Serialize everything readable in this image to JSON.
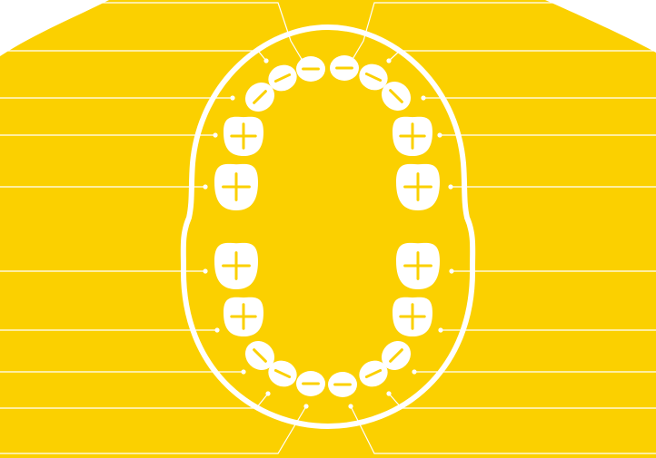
{
  "colors": {
    "background": "#ffffff",
    "blob": "#fbd000",
    "tooth": "#ffffff",
    "mark": "#fbd000",
    "outline": "#ffffff",
    "leader": "#ffffff"
  },
  "teeth": {
    "upper": [
      {
        "id": "U1",
        "side": "left",
        "kind": "incisor",
        "sign": "minus"
      },
      {
        "id": "U2",
        "side": "right",
        "kind": "incisor",
        "sign": "minus"
      },
      {
        "id": "U3",
        "side": "left",
        "kind": "incisor",
        "sign": "minus"
      },
      {
        "id": "U4",
        "side": "right",
        "kind": "incisor",
        "sign": "minus"
      },
      {
        "id": "U5",
        "side": "left",
        "kind": "canine",
        "sign": "minus"
      },
      {
        "id": "U6",
        "side": "right",
        "kind": "canine",
        "sign": "minus"
      },
      {
        "id": "U7",
        "side": "left",
        "kind": "molar",
        "sign": "plus"
      },
      {
        "id": "U8",
        "side": "right",
        "kind": "molar",
        "sign": "plus"
      },
      {
        "id": "U9",
        "side": "left",
        "kind": "molar",
        "sign": "plus"
      },
      {
        "id": "U10",
        "side": "right",
        "kind": "molar",
        "sign": "plus"
      }
    ],
    "lower": [
      {
        "id": "L1",
        "side": "left",
        "kind": "molar",
        "sign": "plus"
      },
      {
        "id": "L2",
        "side": "right",
        "kind": "molar",
        "sign": "plus"
      },
      {
        "id": "L3",
        "side": "left",
        "kind": "molar",
        "sign": "plus"
      },
      {
        "id": "L4",
        "side": "right",
        "kind": "molar",
        "sign": "plus"
      },
      {
        "id": "L5",
        "side": "left",
        "kind": "canine",
        "sign": "minus"
      },
      {
        "id": "L6",
        "side": "right",
        "kind": "canine",
        "sign": "minus"
      },
      {
        "id": "L7",
        "side": "left",
        "kind": "incisor",
        "sign": "minus"
      },
      {
        "id": "L8",
        "side": "right",
        "kind": "incisor",
        "sign": "minus"
      },
      {
        "id": "L9",
        "side": "left",
        "kind": "incisor",
        "sign": "minus"
      },
      {
        "id": "L10",
        "side": "right",
        "kind": "incisor",
        "sign": "minus"
      }
    ]
  }
}
